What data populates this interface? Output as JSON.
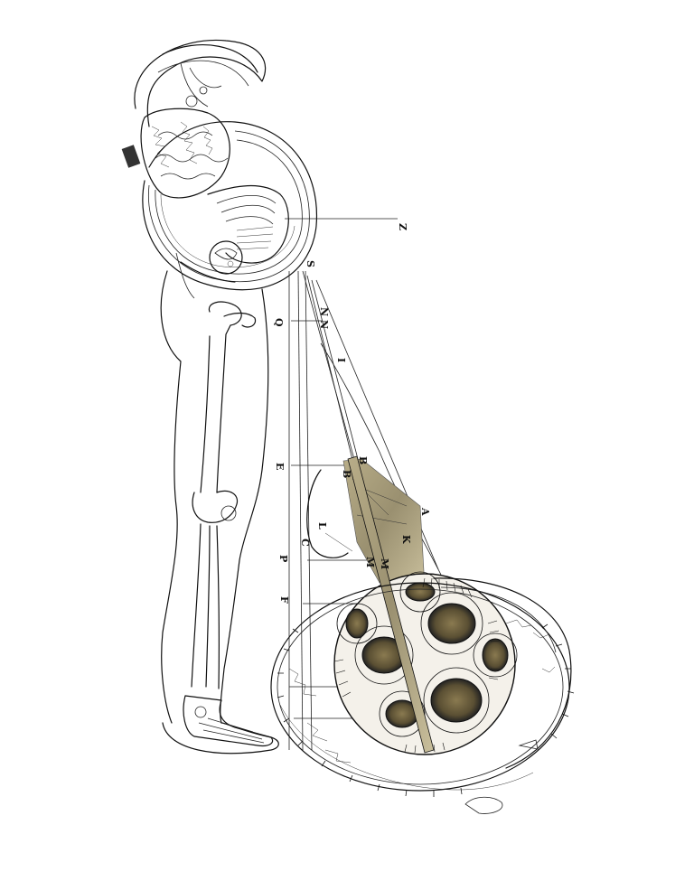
{
  "image": {
    "background_color": "#ffffff",
    "ink_color": "#111111",
    "collage_tint": "#a89c78",
    "collage_tint_dark": "#6e6448"
  },
  "labels": {
    "z": "Z",
    "s": "S",
    "n1": "N",
    "n2": "N",
    "q": "Q",
    "i": "I",
    "e": "E",
    "b1": "B",
    "b2": "B",
    "l": "L",
    "a": "A",
    "k": "K",
    "c": "C",
    "p": "P",
    "m1": "M",
    "m2": "M",
    "f": "F"
  }
}
